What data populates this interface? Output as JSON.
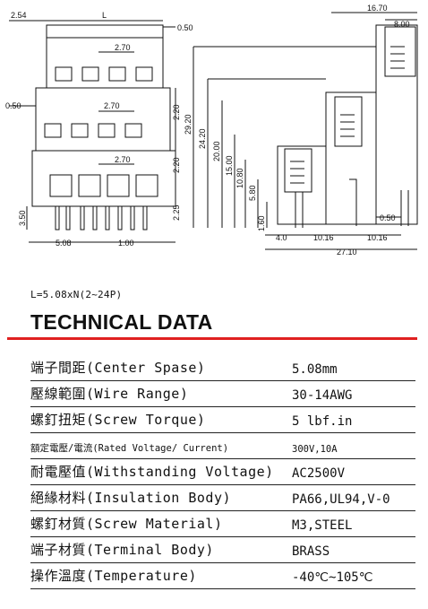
{
  "drawing": {
    "dims_front": {
      "pitch_left": "2.54",
      "length_l": "L",
      "gap_top": "0.50",
      "pitch_top": "2.70",
      "gap_left": "0.50",
      "pitch_mid": "2.70",
      "pitch_bottom": "2.70",
      "row_upper": "2.20",
      "row_lower": "2.20",
      "pin_len": "3.50",
      "base_height": "2.25",
      "pitch_pin": "5.08",
      "pin_width": "1.00"
    },
    "dims_side": {
      "total_width": "16.70",
      "top_width": "8.00",
      "h_29_20": "29.20",
      "h_24_20": "24.20",
      "h_20_00": "20.00",
      "h_15_00": "15.00",
      "h_10_80": "10.80",
      "h_5_80": "5.80",
      "h_1_60": "1.60",
      "step_4_0": "4.0",
      "step_10_16a": "10.16",
      "step_10_16b": "10.16",
      "total_27_10": "27.10",
      "pin_gap": "0.50"
    }
  },
  "note": "L=5.08xN(2~24P)",
  "heading": "TECHNICAL DATA",
  "specs": [
    {
      "label": "端子間距(Center Spase)",
      "value": "5.08mm"
    },
    {
      "label": "壓線範圍(Wire Range)",
      "value": "30-14AWG"
    },
    {
      "label": "螺釘扭矩(Screw Torque)",
      "value": "5 lbf.in"
    },
    {
      "label": "額定電壓/電流(Rated Voltage/ Current)",
      "value": "300V,10A"
    },
    {
      "label": "耐電壓值(Withstanding Voltage)",
      "value": "AC2500V"
    },
    {
      "label": "絕緣材料(Insulation Body)",
      "value": "PA66,UL94,V-0"
    },
    {
      "label": "螺釘材質(Screw Material)",
      "value": "M3,STEEL"
    },
    {
      "label": "端子材質(Terminal Body)",
      "value": "BRASS"
    },
    {
      "label": "操作溫度(Temperature)",
      "value": "-40℃~105℃"
    }
  ]
}
